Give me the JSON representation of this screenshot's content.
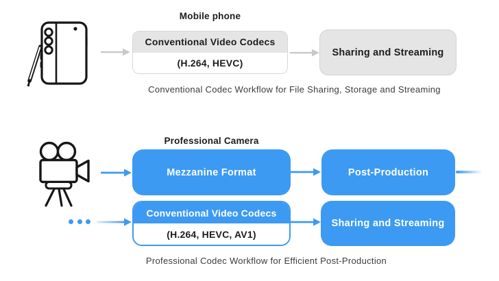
{
  "colors": {
    "accent_blue": "#3d9af2",
    "box_gray": "#e5e5e5",
    "arrow_gray": "#c9c9c9",
    "text_dark": "#1c1c1c",
    "caption_gray": "#3b3b3b"
  },
  "top_workflow": {
    "title": "Mobile phone",
    "icon": "mobile-phone-with-stylus",
    "codec_box": {
      "header": "Conventional Video Codecs",
      "formats": "(H.264, HEVC)"
    },
    "sharing_box": "Sharing and Streaming",
    "caption": "Conventional Codec Workflow for File Sharing, Storage and Streaming"
  },
  "bottom_workflow": {
    "title": "Professional Camera",
    "icon": "professional-video-camera",
    "mezzanine_box": "Mezzanine Format",
    "post_production_box": "Post-Production",
    "codec_box": {
      "header": "Conventional Video Codecs",
      "formats": "(H.264, HEVC, AV1)"
    },
    "sharing_box": "Sharing and Streaming",
    "caption": "Professional Codec Workflow for Efficient Post-Production"
  }
}
